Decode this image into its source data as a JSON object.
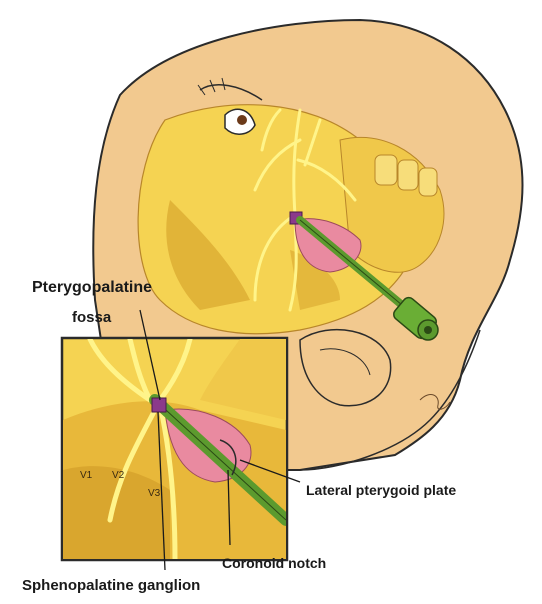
{
  "labels": {
    "pterygopalatine_line1": "Pterygopalatine",
    "pterygopalatine_line2": "fossa",
    "lateral_pterygoid_plate": "Lateral pterygoid plate",
    "coronoid_notch": "Coronoid notch",
    "sphenopalatine_ganglion": "Sphenopalatine ganglion",
    "v1": "V1",
    "v2": "V2",
    "v3": "V3"
  },
  "colors": {
    "skin": "#f2c98f",
    "bone": "#f5d352",
    "bone_shadow": "#d9a62e",
    "nerve": "#fff48a",
    "ganglion": "#8b3a8b",
    "muscle_pink": "#e98aa0",
    "needle_green": "#5c9a2e",
    "outline": "#2b2b2b"
  }
}
